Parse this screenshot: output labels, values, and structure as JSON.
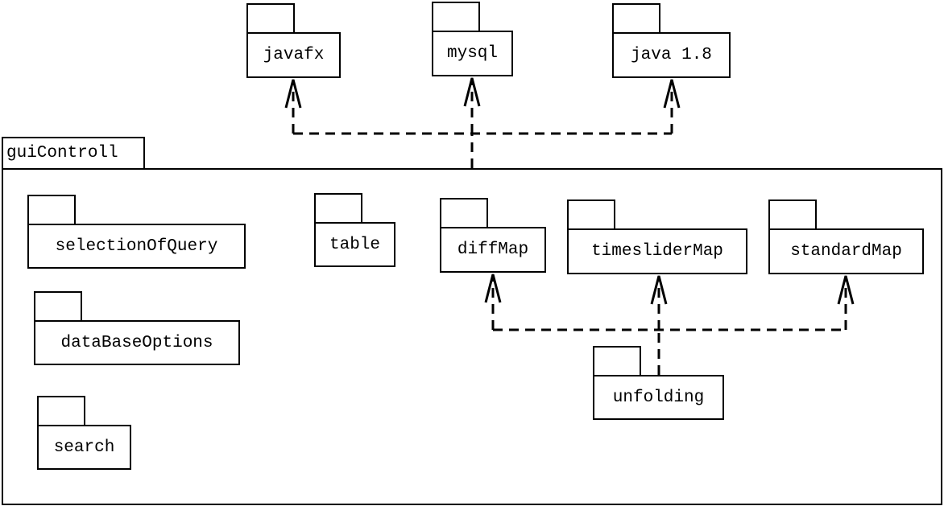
{
  "container": {
    "label": "guiControll"
  },
  "external_packages": {
    "javafx": "javafx",
    "mysql": "mysql",
    "java": "java 1.8"
  },
  "inner_packages": {
    "selectionOfQuery": "selectionOfQuery",
    "dataBaseOptions": "dataBaseOptions",
    "search": "search",
    "table": "table",
    "diffMap": "diffMap",
    "timesliderMap": "timesliderMap",
    "standardMap": "standardMap",
    "unfolding": "unfolding"
  },
  "dependencies": [
    {
      "from": "guiControll",
      "to": "javafx",
      "kind": "dashed-open-arrow"
    },
    {
      "from": "guiControll",
      "to": "mysql",
      "kind": "dashed-open-arrow"
    },
    {
      "from": "guiControll",
      "to": "java 1.8",
      "kind": "dashed-open-arrow"
    },
    {
      "from": "unfolding",
      "to": "diffMap",
      "kind": "dashed-open-arrow"
    },
    {
      "from": "unfolding",
      "to": "timesliderMap",
      "kind": "dashed-open-arrow"
    },
    {
      "from": "unfolding",
      "to": "standardMap",
      "kind": "dashed-open-arrow"
    }
  ]
}
